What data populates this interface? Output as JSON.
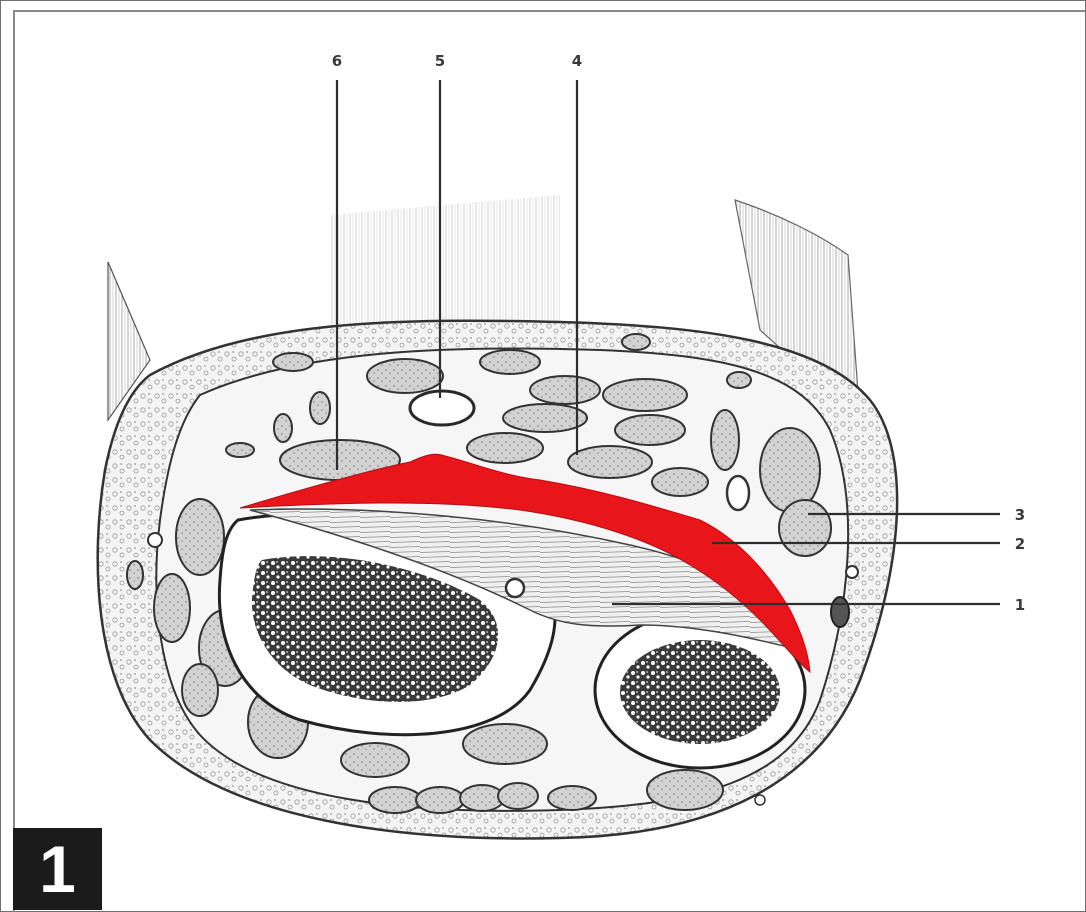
{
  "figure": {
    "number": "1"
  },
  "callouts": [
    {
      "id": "1",
      "text": "1"
    },
    {
      "id": "2",
      "text": "2"
    },
    {
      "id": "3",
      "text": "3"
    },
    {
      "id": "4",
      "text": "4"
    },
    {
      "id": "5",
      "text": "5"
    },
    {
      "id": "6",
      "text": "6"
    }
  ],
  "colors": {
    "highlight": "#e8151b",
    "ink": "#2e2e2e",
    "tissue": "#e9e9e9",
    "background": "#ffffff",
    "badge": "#1b1b1b"
  }
}
